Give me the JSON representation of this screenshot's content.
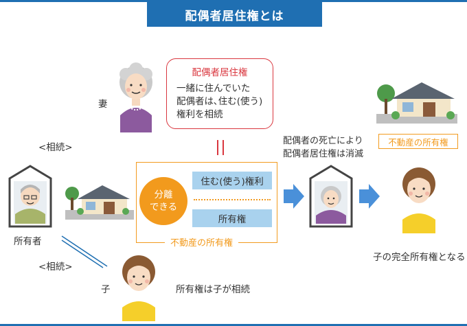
{
  "title": "配偶者居住権とは",
  "wife_label": "妻",
  "red_box": {
    "title": "配偶者居住権",
    "body_line1": "一緒に住んでいた",
    "body_line2": "配偶者は､住む(使う)",
    "body_line3": "権利を相続"
  },
  "inherit_label_1": "<相続>",
  "inherit_label_2": "<相続>",
  "owner_label": "所有者",
  "child_label": "子",
  "separate_circle": {
    "line1": "分離",
    "line2": "できる"
  },
  "right_to_live": "住む(使う)権利",
  "ownership": "所有権",
  "property_ownership": "不動産の所有権",
  "extinguish_line1": "配偶者の死亡により",
  "extinguish_line2": "配偶者居住権は消滅",
  "property_ownership_right": "不動産の所有権",
  "child_inherits_ownership": "所有権は子が相続",
  "child_full_ownership": "子の完全所有権となる",
  "colors": {
    "title_blue": "#1f6fb2",
    "red": "#d9363e",
    "orange": "#f29a1d",
    "bar_blue": "#a9d2ee",
    "arrow_blue": "#4a90d9"
  }
}
